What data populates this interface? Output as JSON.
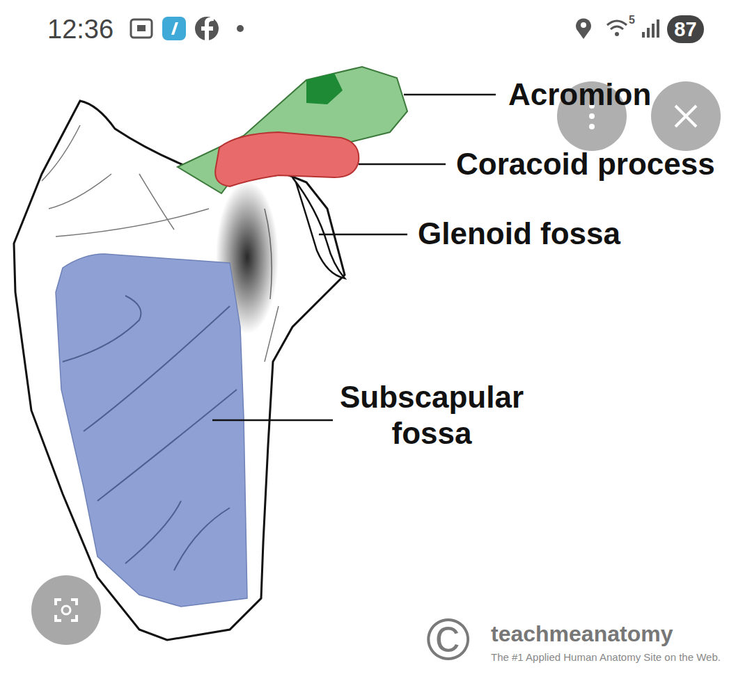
{
  "diagram": {
    "nodes": [
      {
        "text": [
          "87"
        ]
      }
    ],
    "labels": [
      "12:36",
      "5",
      "Acromion",
      "Coracoid process",
      "Glenoid fossa",
      "Subscapular fossa",
      "©",
      "teachmeanatomy",
      "The #1 Applied Human Anatomy Site on the Web."
    ]
  }
}
